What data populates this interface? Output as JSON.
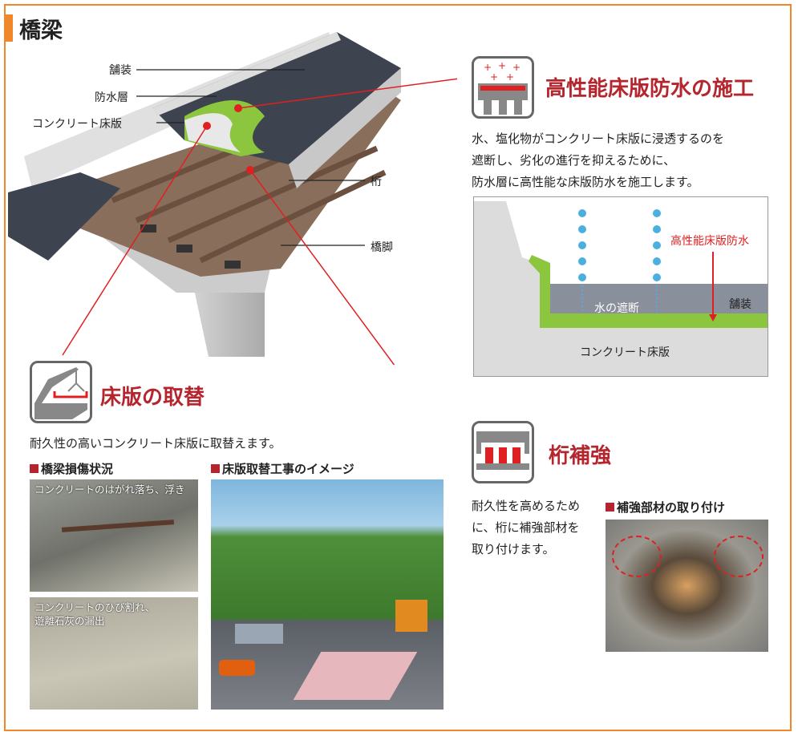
{
  "title": "橋梁",
  "bridge_labels": {
    "pavement": "舗装",
    "waterproof_layer": "防水層",
    "concrete_slab": "コンクリート床版",
    "girder": "桁",
    "pier": "橋脚"
  },
  "waterproofing": {
    "heading": "高性能床版防水の施工",
    "description": [
      "水、塩化物がコンクリート床版に浸透するのを",
      "遮断し、劣化の進行を抑えるために、",
      "防水層に高性能な床版防水を施工します。"
    ],
    "diagram": {
      "membrane_label": "高性能床版防水",
      "block_label": "水の遮断",
      "pavement_label": "舗装",
      "slab_label": "コンクリート床版"
    }
  },
  "slab_replacement": {
    "heading": "床版の取替",
    "description": "耐久性の高いコンクリート床版に取替えます。",
    "damage": {
      "title": "橋梁損傷状況",
      "photo1_caption": "コンクリートのはがれ落ち、浮き",
      "photo2_caption": [
        "コンクリートのひび割れ、",
        "遊離石灰の漏出"
      ]
    },
    "image_title": "床版取替工事のイメージ"
  },
  "girder": {
    "heading": "桁補強",
    "description": [
      "耐久性を高めるため",
      "に、桁に補強部材を",
      "取り付けます。"
    ],
    "photo_title": "補強部材の取り付け"
  },
  "colors": {
    "accent": "#f0882a",
    "heading": "#b5252d",
    "leader": "#e02020",
    "membrane": "#8cc63f"
  }
}
